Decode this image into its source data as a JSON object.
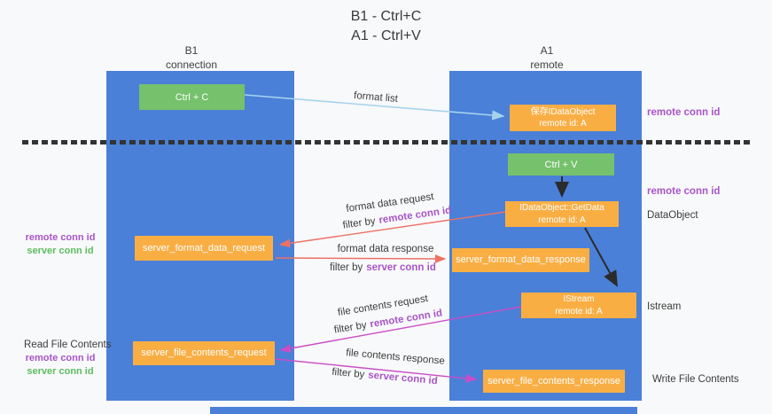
{
  "title": {
    "line1": "B1 - Ctrl+C",
    "line2": "A1 - Ctrl+V"
  },
  "lifelines": {
    "left": {
      "name": "B1",
      "role": "connection"
    },
    "right": {
      "name": "A1",
      "role": "remote"
    }
  },
  "boxes": {
    "ctrl_c": "Ctrl + C",
    "ctrl_v": "Ctrl + V",
    "save_dataobject_line1": "保存IDataObject",
    "save_dataobject_line2": "remote id: A",
    "getdata_line1": "IDataObject::GetData",
    "getdata_line2": "remote id: A",
    "istream_line1": "IStream",
    "istream_line2": "remote id: A",
    "server_format_data_request": "server_format_data_request",
    "server_format_data_response": "server_format_data_response",
    "server_file_contents_request": "server_file_contents_request",
    "server_file_contents_response": "server_file_contents_response"
  },
  "edges": {
    "format_list": "format list",
    "format_data_request": "format data request",
    "format_data_response": "format data response",
    "file_contents_request": "file contents request",
    "file_contents_response": "file contents response"
  },
  "shared": {
    "filter_by": "filter by",
    "remote_conn_id": "remote conn id",
    "server_conn_id": "server conn id"
  },
  "annotations": {
    "dataobject": "DataObject",
    "istream": "Istream",
    "read_file_contents": "Read File Contents",
    "write_file_contents": "Write File Contents"
  },
  "colors": {
    "lifeline_blue": "#4a80d8",
    "action_green": "#75c16c",
    "message_orange": "#f9ae44",
    "remote_conn_purple": "#a855c8",
    "server_conn_green": "#5cbd60",
    "format_arrow_red": "#ed7165",
    "file_arrow_magenta": "#ca4dc7",
    "format_list_blue": "#a6d2ee",
    "black_arrow": "#2b2b2b"
  }
}
